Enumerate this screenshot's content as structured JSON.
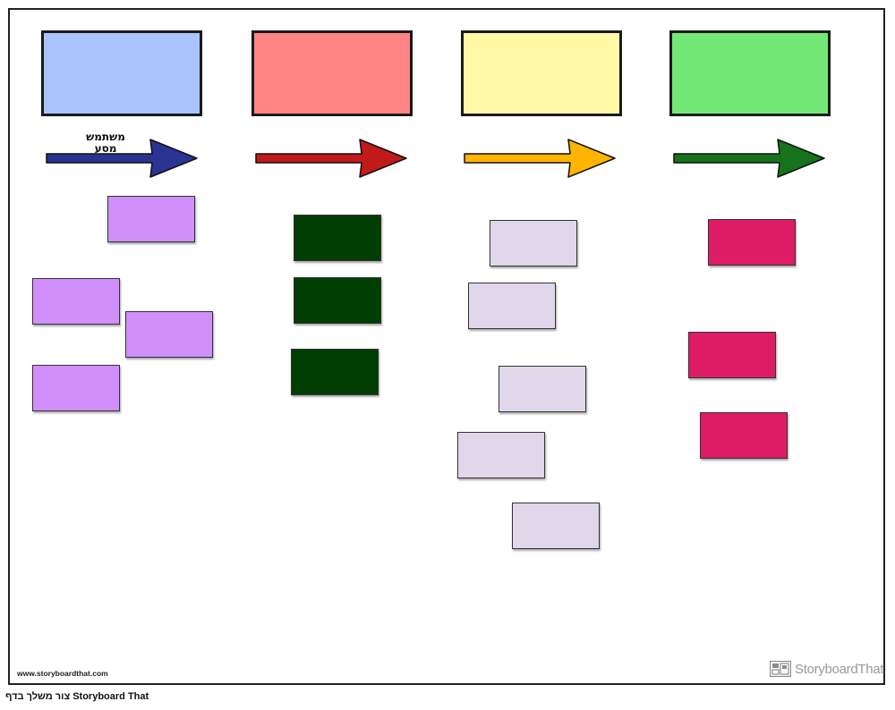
{
  "columns": [
    {
      "header_color": "#a9c4fd",
      "arrow_color": "#2b3392",
      "arrow_label": [
        "משתמש",
        "מסע"
      ],
      "card_color": "#d18ffb",
      "card_count": 4
    },
    {
      "header_color": "#ff8585",
      "arrow_color": "#c11a1a",
      "card_color": "#003e04",
      "card_count": 3
    },
    {
      "header_color": "#fff9a5",
      "arrow_color": "#ffb400",
      "card_color": "#e0d7ea",
      "card_count": 5
    },
    {
      "header_color": "#73e877",
      "arrow_color": "#16731c",
      "card_color": "#de1c66",
      "card_count": 3
    }
  ],
  "arrow_label_line1": "משתמש",
  "arrow_label_line2": "מסע",
  "site_url": "www.storyboardthat.com",
  "brand_name": "StoryboardThat",
  "footer_credit": "צור משלך בדף Storyboard That",
  "icons": {
    "brand_logo": "storyboard-logo-icon"
  }
}
